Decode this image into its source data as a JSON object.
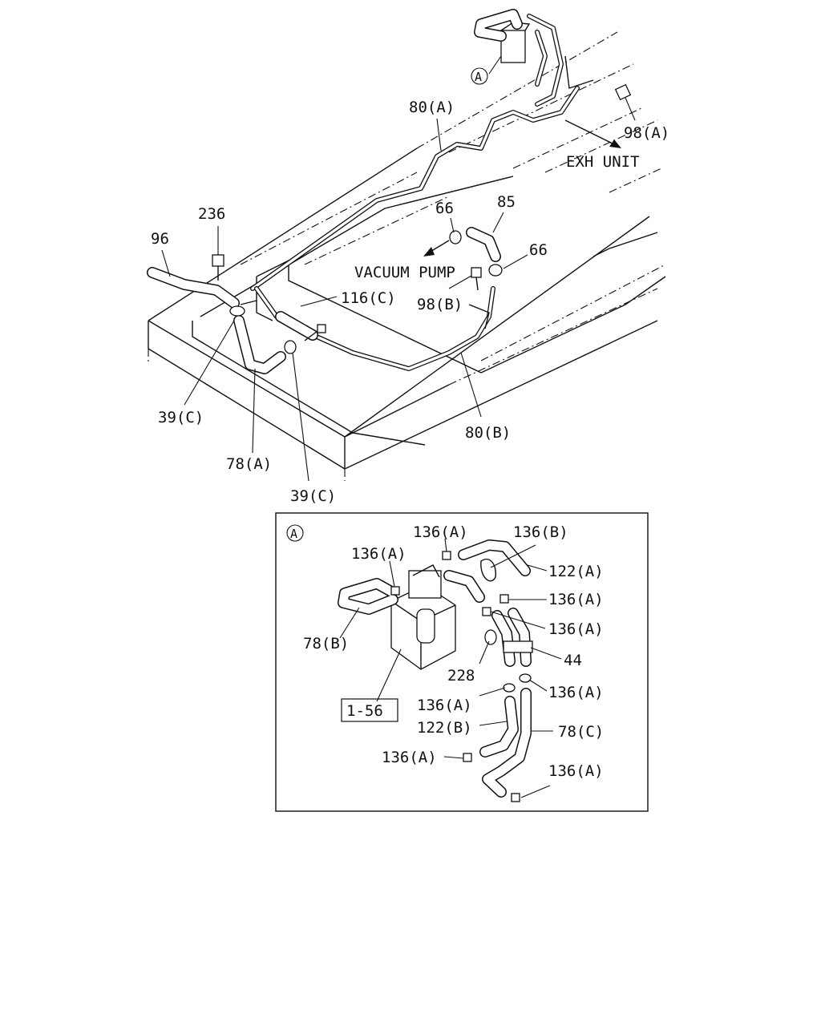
{
  "labels": {
    "l_80a": "80(A)",
    "l_98a": "98(A)",
    "l_exh": "EXH UNIT",
    "l_85": "85",
    "l_66_top": "66",
    "l_66_right": "66",
    "l_236": "236",
    "l_96": "96",
    "l_vacuum": "VACUUM PUMP",
    "l_116c": "116(C)",
    "l_98b": "98(B)",
    "l_39c_left": "39(C)",
    "l_80b": "80(B)",
    "l_78a": "78(A)",
    "l_39c_bottom": "39(C)",
    "l_callout_a_top": "A",
    "l_callout_a_inset": "A"
  },
  "inset": {
    "l_136a_1": "136(A)",
    "l_136b": "136(B)",
    "l_136a_2": "136(A)",
    "l_122a": "122(A)",
    "l_136a_3": "136(A)",
    "l_136a_4": "136(A)",
    "l_78b": "78(B)",
    "l_44": "44",
    "l_228": "228",
    "l_136a_5": "136(A)",
    "l_136a_6": "136(A)",
    "l_ref": "1-56",
    "l_122b": "122(B)",
    "l_78c": "78(C)",
    "l_136a_7": "136(A)",
    "l_136a_8": "136(A)"
  }
}
